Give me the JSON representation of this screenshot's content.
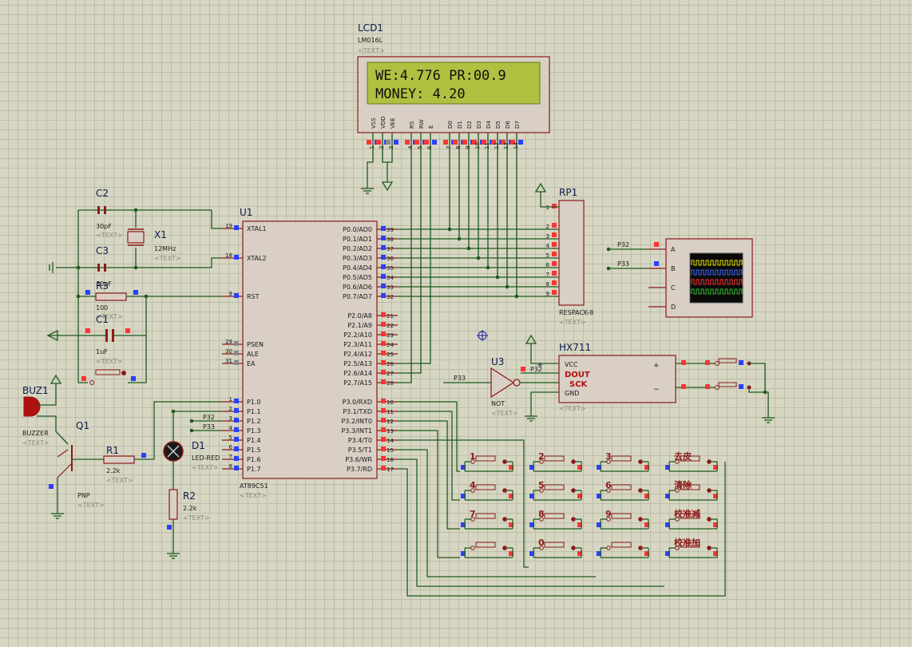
{
  "colors": {
    "wire": "#1f5a1f",
    "body": "#d9cfc5",
    "outline": "#8a1a1a",
    "label": "#1a1a1a",
    "ref": "#0b1a4a",
    "lcd_bg": "#b0c040",
    "red_pin": "#ff3333",
    "blue_pin": "#2a40ff"
  },
  "text_placeholder": "<TEXT>",
  "lcd": {
    "ref": "LCD1",
    "part": "LM016L",
    "line1": "WE:4.776 PR:00.9",
    "line2": "MONEY:  4.20",
    "pin_labels": [
      "VSS",
      "VDD",
      "VEE",
      "RS",
      "RW",
      "E",
      "D0",
      "D1",
      "D2",
      "D3",
      "D4",
      "D5",
      "D6",
      "D7"
    ],
    "pin_numbers": [
      "1",
      "2",
      "3",
      "4",
      "5",
      "6",
      "7",
      "8",
      "9",
      "10",
      "11",
      "12",
      "13",
      "14"
    ]
  },
  "mcu": {
    "ref": "U1",
    "part": "AT89C51",
    "left_pins": [
      {
        "name": "XTAL1",
        "num": "19"
      },
      {
        "name": "XTAL2",
        "num": "18"
      },
      {
        "name": "RST",
        "num": "9"
      },
      {
        "name": "PSEN",
        "num": "29"
      },
      {
        "name": "ALE",
        "num": "30"
      },
      {
        "name": "EA",
        "num": "31"
      },
      {
        "name": "P1.0",
        "num": "1"
      },
      {
        "name": "P1.1",
        "num": "2"
      },
      {
        "name": "P1.2",
        "num": "3"
      },
      {
        "name": "P1.3",
        "num": "4"
      },
      {
        "name": "P1.4",
        "num": "5"
      },
      {
        "name": "P1.5",
        "num": "6"
      },
      {
        "name": "P1.6",
        "num": "7"
      },
      {
        "name": "P1.7",
        "num": "8"
      }
    ],
    "right_pins": [
      {
        "name": "P0.0/AD0",
        "num": "39"
      },
      {
        "name": "P0.1/AD1",
        "num": "38"
      },
      {
        "name": "P0.2/AD2",
        "num": "37"
      },
      {
        "name": "P0.3/AD3",
        "num": "36"
      },
      {
        "name": "P0.4/AD4",
        "num": "35"
      },
      {
        "name": "P0.5/AD5",
        "num": "34"
      },
      {
        "name": "P0.6/AD6",
        "num": "33"
      },
      {
        "name": "P0.7/AD7",
        "num": "32"
      },
      {
        "name": "P2.0/A8",
        "num": "21"
      },
      {
        "name": "P2.1/A9",
        "num": "22"
      },
      {
        "name": "P2.2/A10",
        "num": "23"
      },
      {
        "name": "P2.3/A11",
        "num": "24"
      },
      {
        "name": "P2.4/A12",
        "num": "25"
      },
      {
        "name": "P2.5/A13",
        "num": "26"
      },
      {
        "name": "P2.6/A14",
        "num": "27"
      },
      {
        "name": "P2.7/A15",
        "num": "28"
      },
      {
        "name": "P3.0/RXD",
        "num": "10"
      },
      {
        "name": "P3.1/TXD",
        "num": "11"
      },
      {
        "name": "P3.2/INT0",
        "num": "12"
      },
      {
        "name": "P3.3/INT1",
        "num": "13"
      },
      {
        "name": "P3.4/T0",
        "num": "14"
      },
      {
        "name": "P3.5/T1",
        "num": "15"
      },
      {
        "name": "P3.6/WR",
        "num": "16"
      },
      {
        "name": "P3.7/RD",
        "num": "17"
      }
    ]
  },
  "rp1": {
    "ref": "RP1",
    "part": "RESPACK-8",
    "pins": [
      "1",
      "2",
      "3",
      "4",
      "5",
      "6",
      "7",
      "8",
      "9"
    ]
  },
  "scope": {
    "channels": [
      "A",
      "B",
      "C",
      "D"
    ],
    "net_a": "P32",
    "net_b": "P33"
  },
  "hx711": {
    "ref": "HX711",
    "vcc": "VCC",
    "dout": "DOUT",
    "sck": "SCK",
    "gnd": "GND",
    "plus": "+",
    "minus": "−"
  },
  "u3": {
    "ref": "U3",
    "part": "NOT",
    "net_in": "P33",
    "net_out": "P32"
  },
  "c2": {
    "ref": "C2",
    "value": "30pF"
  },
  "c3": {
    "ref": "C3",
    "value": "30pF"
  },
  "x1": {
    "ref": "X1",
    "value": "12MHz"
  },
  "r3": {
    "ref": "R3",
    "value": "100"
  },
  "c1": {
    "ref": "C1",
    "value": "1uF"
  },
  "buzzer": {
    "ref": "BUZ1",
    "part": "BUZZER"
  },
  "q1": {
    "ref": "Q1",
    "part": "PNP"
  },
  "r1": {
    "ref": "R1",
    "value": "2.2k"
  },
  "r2": {
    "ref": "R2",
    "value": "2.2k"
  },
  "d1": {
    "ref": "D1",
    "part": "LED-RED"
  },
  "p1_nets": {
    "p12": "P32",
    "p13": "P33"
  },
  "keypad": {
    "labels": [
      "1",
      "2",
      "3",
      "去皮",
      "4",
      "5",
      "6",
      "清除",
      "7",
      "8",
      "9",
      "校准减",
      "",
      "0",
      "",
      "校准加"
    ]
  }
}
